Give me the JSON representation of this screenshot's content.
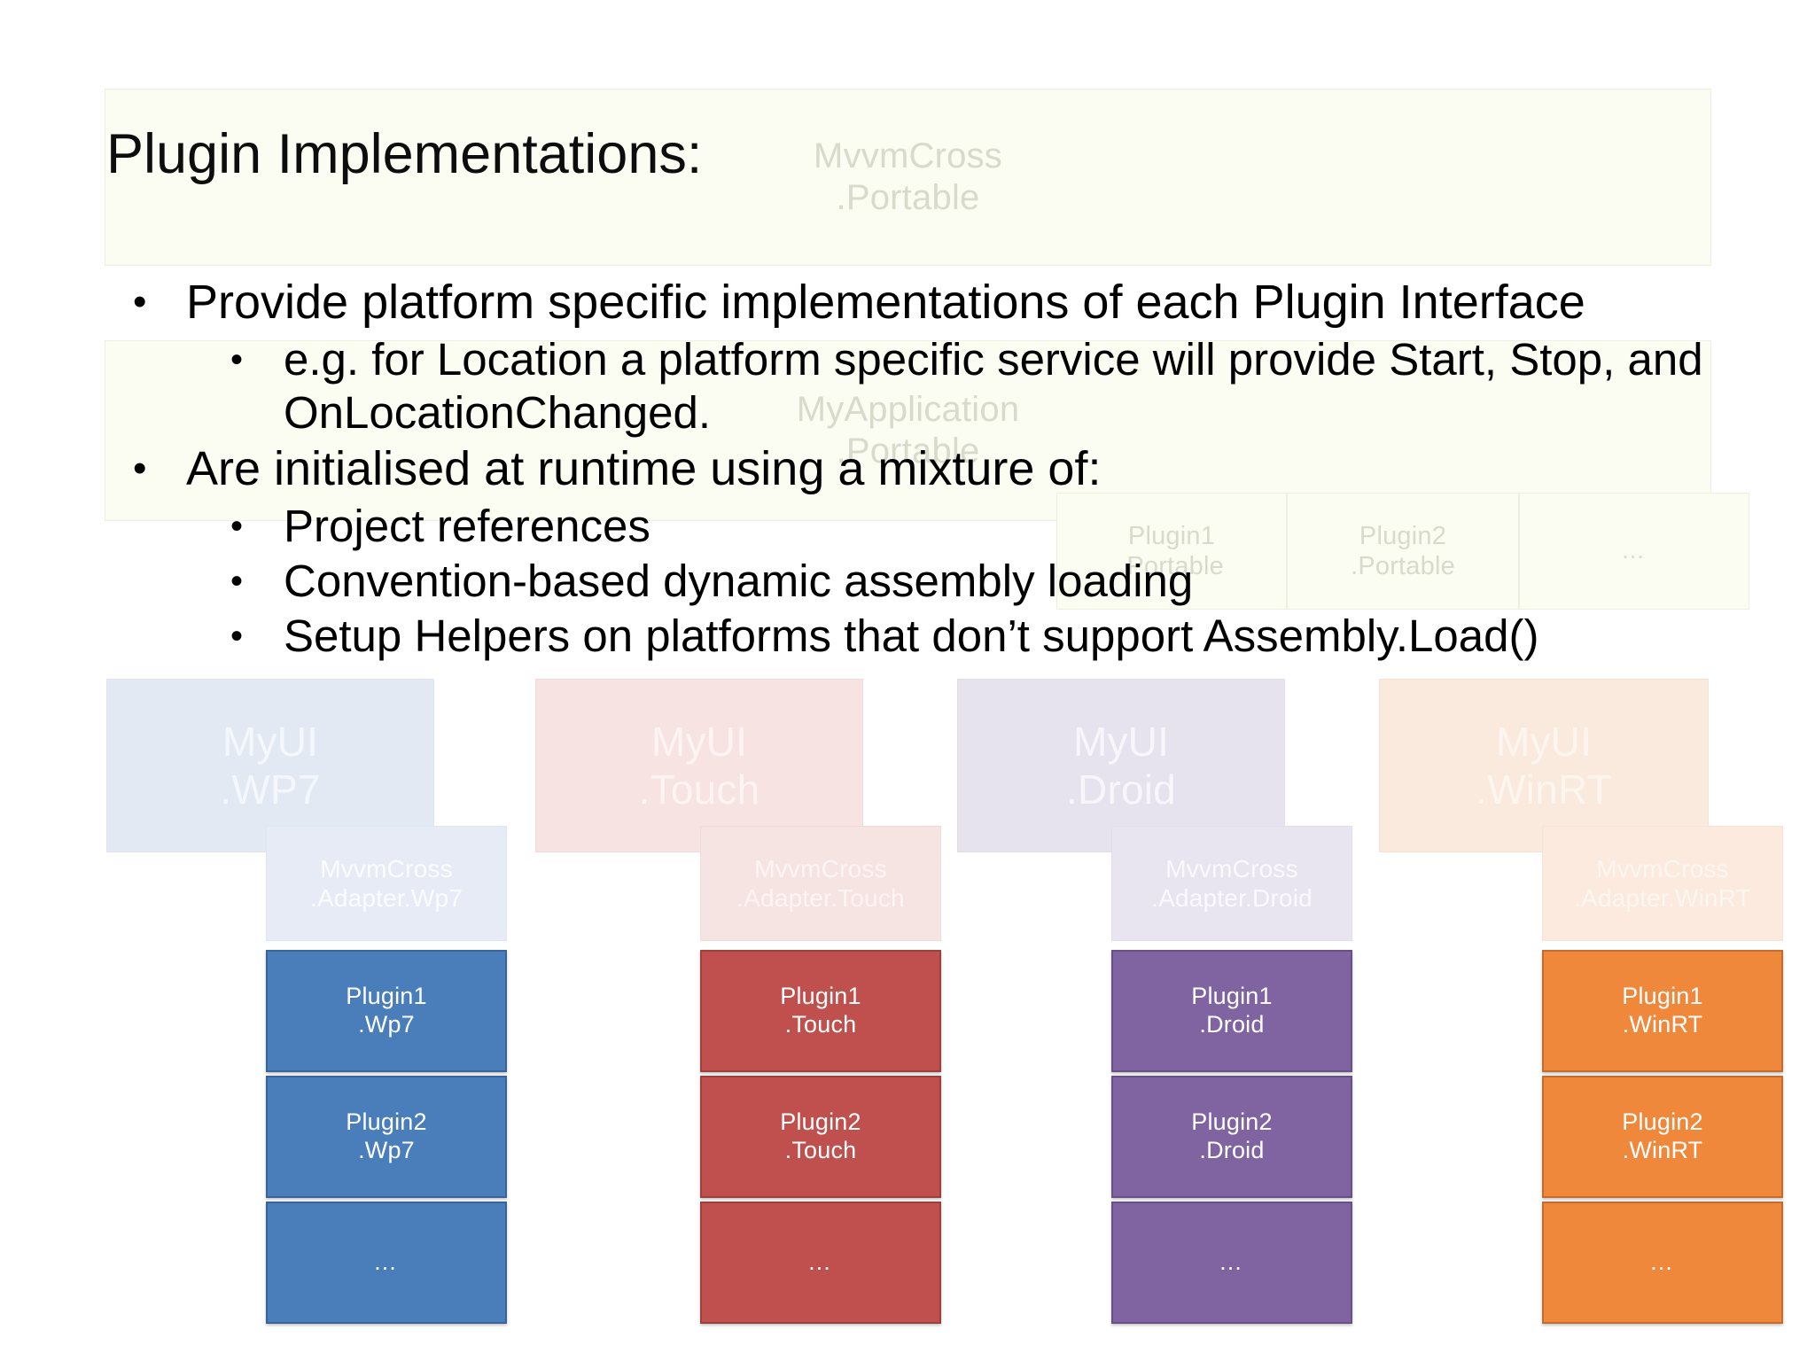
{
  "slide": {
    "title": "Plugin Implementations:",
    "bullets": [
      {
        "level": 1,
        "marker": "•",
        "text": "Provide platform specific implementations of each Plugin Interface"
      },
      {
        "level": 2,
        "marker": "•",
        "text": "e.g. for Location a platform specific service will provide Start, Stop, and OnLocationChanged."
      },
      {
        "level": 1,
        "marker": "•",
        "text": "Are initialised at runtime using a mixture of:"
      },
      {
        "level": 2,
        "marker": "•",
        "text": "Project references"
      },
      {
        "level": 2,
        "marker": "•",
        "text": "Convention-based dynamic assembly loading"
      },
      {
        "level": 2,
        "marker": "•",
        "text": "Setup Helpers on platforms that don’t support Assembly.Load()"
      }
    ]
  },
  "diagram": {
    "core": {
      "line1": "MvvmCross",
      "line2": ".Portable"
    },
    "app": {
      "line1": "MyApplication",
      "line2": ".Portable"
    },
    "portable_plugins": [
      {
        "line1": "Plugin1",
        "line2": ".Portable"
      },
      {
        "line1": "Plugin2",
        "line2": ".Portable"
      },
      {
        "line1": "…",
        "line2": ""
      }
    ],
    "columns": [
      {
        "key": "wp7",
        "ui": {
          "line1": "MyUI",
          "line2": ".WP7"
        },
        "adapter": {
          "line1": "MvvmCross",
          "line2": ".Adapter.Wp7"
        },
        "plugins": [
          {
            "line1": "Plugin1",
            "line2": ".Wp7"
          },
          {
            "line1": "Plugin2",
            "line2": ".Wp7"
          },
          {
            "line1": "…",
            "line2": ""
          }
        ],
        "color": "#4a7ebb"
      },
      {
        "key": "touch",
        "ui": {
          "line1": "MyUI",
          "line2": ".Touch"
        },
        "adapter": {
          "line1": "MvvmCross",
          "line2": ".Adapter.Touch"
        },
        "plugins": [
          {
            "line1": "Plugin1",
            "line2": ".Touch"
          },
          {
            "line1": "Plugin2",
            "line2": ".Touch"
          },
          {
            "line1": "…",
            "line2": ""
          }
        ],
        "color": "#c0504d"
      },
      {
        "key": "droid",
        "ui": {
          "line1": "MyUI",
          "line2": ".Droid"
        },
        "adapter": {
          "line1": "MvvmCross",
          "line2": ".Adapter.Droid"
        },
        "plugins": [
          {
            "line1": "Plugin1",
            "line2": ".Droid"
          },
          {
            "line1": "Plugin2",
            "line2": ".Droid"
          },
          {
            "line1": "…",
            "line2": ""
          }
        ],
        "color": "#8064a2"
      },
      {
        "key": "winrt",
        "ui": {
          "line1": "MyUI",
          "line2": ".WinRT"
        },
        "adapter": {
          "line1": "MvvmCross",
          "line2": ".Adapter.WinRT"
        },
        "plugins": [
          {
            "line1": "Plugin1",
            "line2": ".WinRT"
          },
          {
            "line1": "Plugin2",
            "line2": ".WinRT"
          },
          {
            "line1": "…",
            "line2": ""
          }
        ],
        "color": "#f0883c"
      }
    ]
  }
}
